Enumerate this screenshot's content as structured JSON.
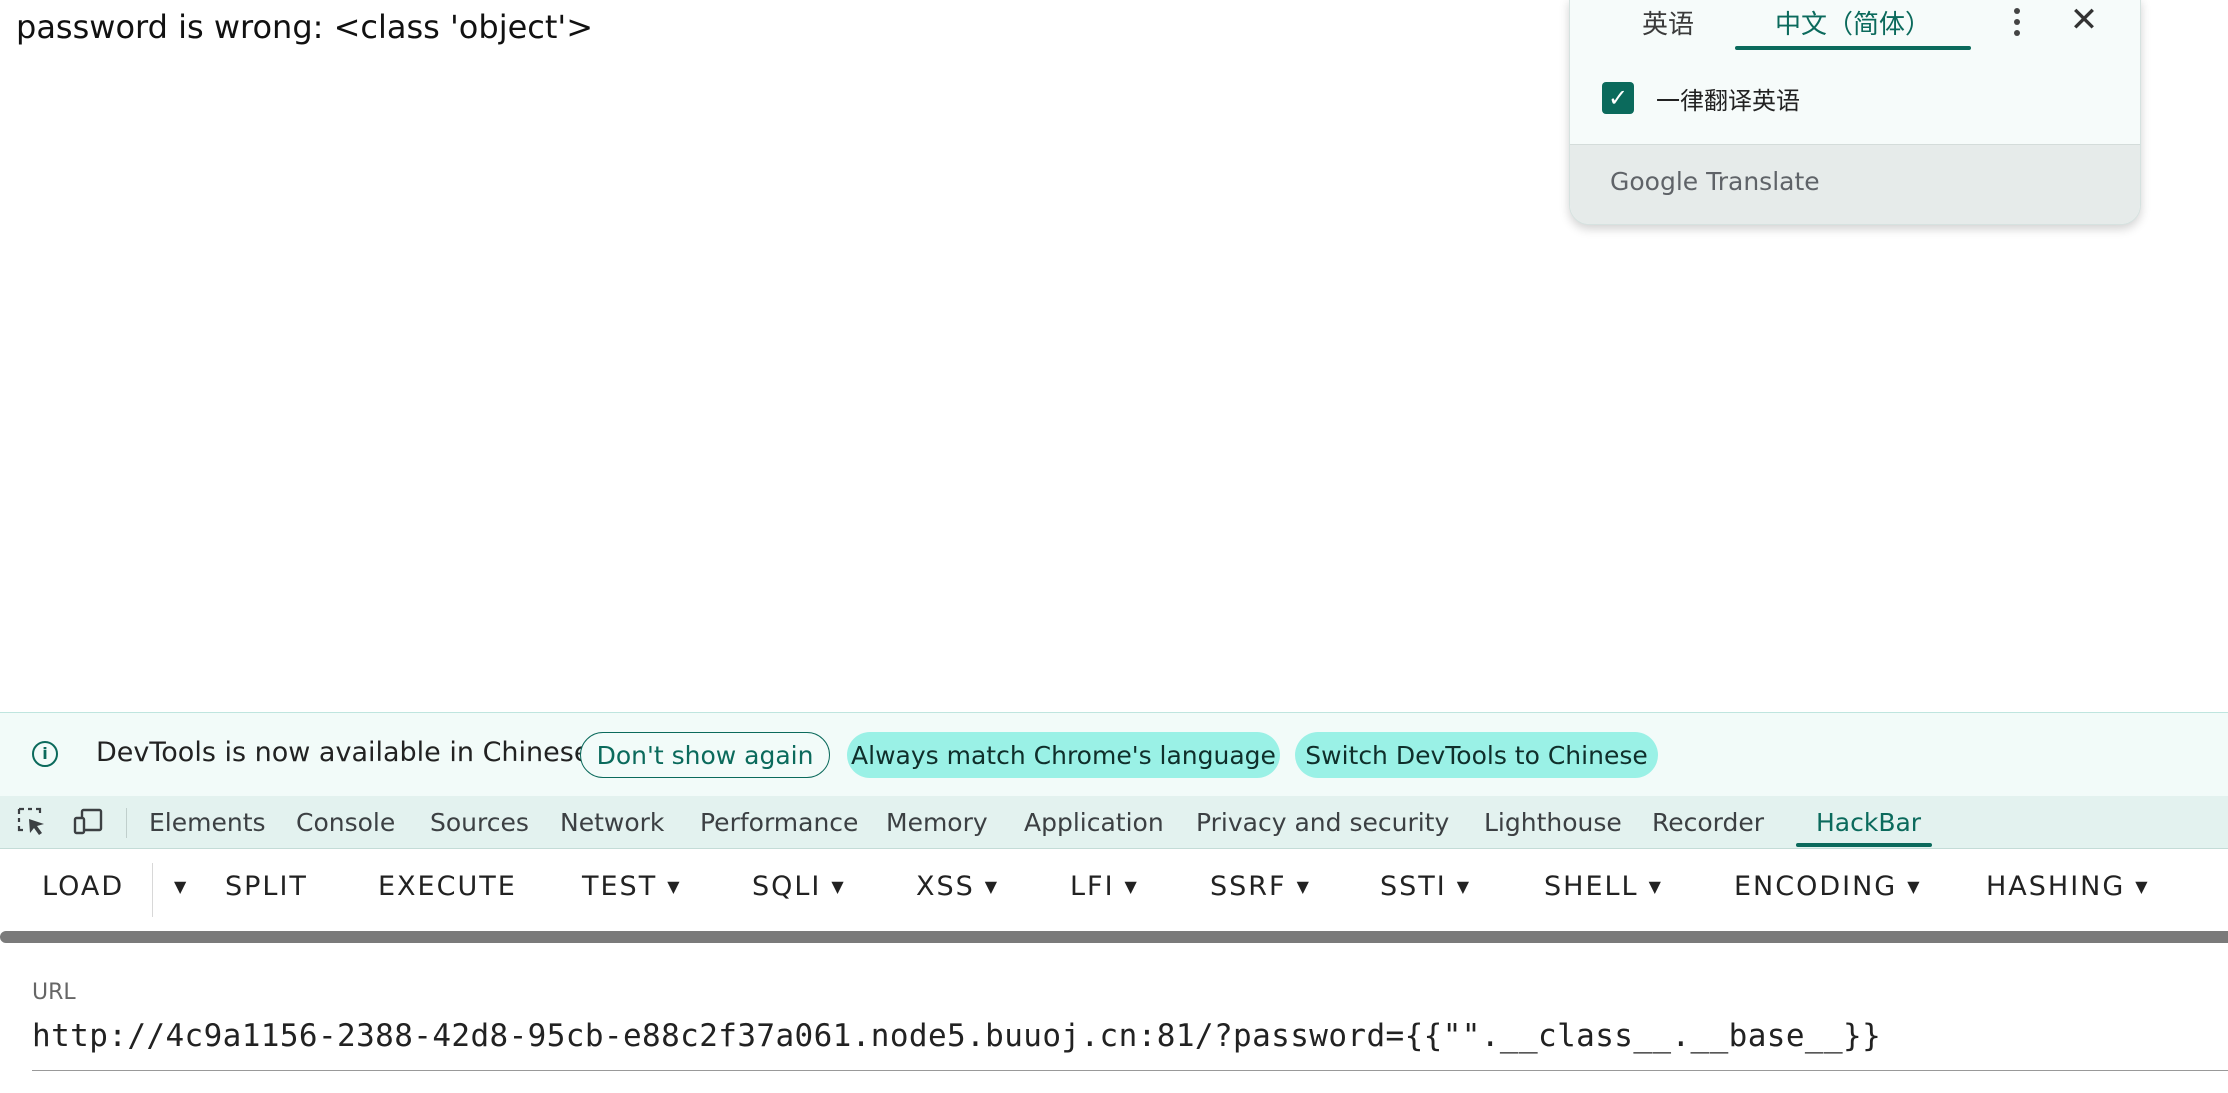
{
  "page": {
    "message": "password is wrong: <class 'object'>"
  },
  "translate_popup": {
    "tab_source": "英语",
    "tab_target": "中文（简体）",
    "checkbox_label": "一律翻译英语",
    "checkbox_checked": true,
    "brand": "Google",
    "brand_suffix": "Translate",
    "accent_color": "#0b6a5c"
  },
  "lang_bar": {
    "message": "DevTools is now available in Chinese",
    "dont_show": "Don't show again",
    "always_match": "Always match Chrome's language",
    "switch": "Switch DevTools to Chinese"
  },
  "devtools_tabs": [
    {
      "label": "Elements"
    },
    {
      "label": "Console"
    },
    {
      "label": "Sources"
    },
    {
      "label": "Network"
    },
    {
      "label": "Performance"
    },
    {
      "label": "Memory"
    },
    {
      "label": "Application"
    },
    {
      "label": "Privacy and security"
    },
    {
      "label": "Lighthouse"
    },
    {
      "label": "Recorder"
    },
    {
      "label": "HackBar",
      "active": true
    }
  ],
  "hackbar": {
    "buttons": [
      {
        "label": "LOAD"
      },
      {
        "label": "SPLIT"
      },
      {
        "label": "EXECUTE"
      },
      {
        "label": "TEST"
      },
      {
        "label": "SQLI"
      },
      {
        "label": "XSS"
      },
      {
        "label": "LFI"
      },
      {
        "label": "SSRF"
      },
      {
        "label": "SSTI"
      },
      {
        "label": "SHELL"
      },
      {
        "label": "ENCODING"
      },
      {
        "label": "HASHING"
      }
    ],
    "url_label": "URL",
    "url_value": "http://4c9a1156-2388-42d8-95cb-e88c2f37a061.node5.buuoj.cn:81/?password={{\"\".__class__.__base__}}"
  }
}
